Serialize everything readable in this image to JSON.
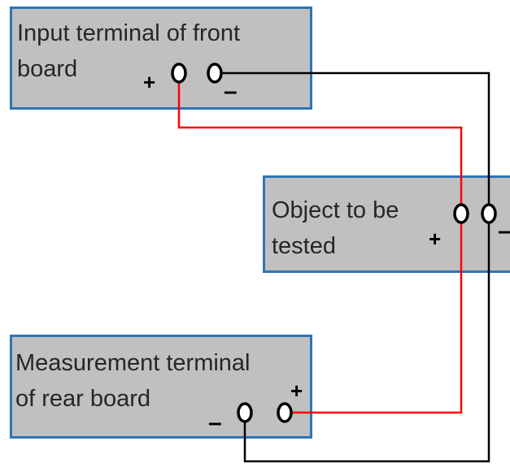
{
  "boxes": {
    "front": {
      "label": "Input terminal of front\nboard"
    },
    "object": {
      "label": "Object to be\ntested"
    },
    "rear": {
      "label": "Measurement terminal\nof rear board"
    }
  },
  "polarity": {
    "plus": "+",
    "minus": "–"
  },
  "colors": {
    "box_fill": "#c0c0c0",
    "box_border": "#2e75b6",
    "positive_wire": "#ff0000",
    "negative_wire": "#000000"
  }
}
